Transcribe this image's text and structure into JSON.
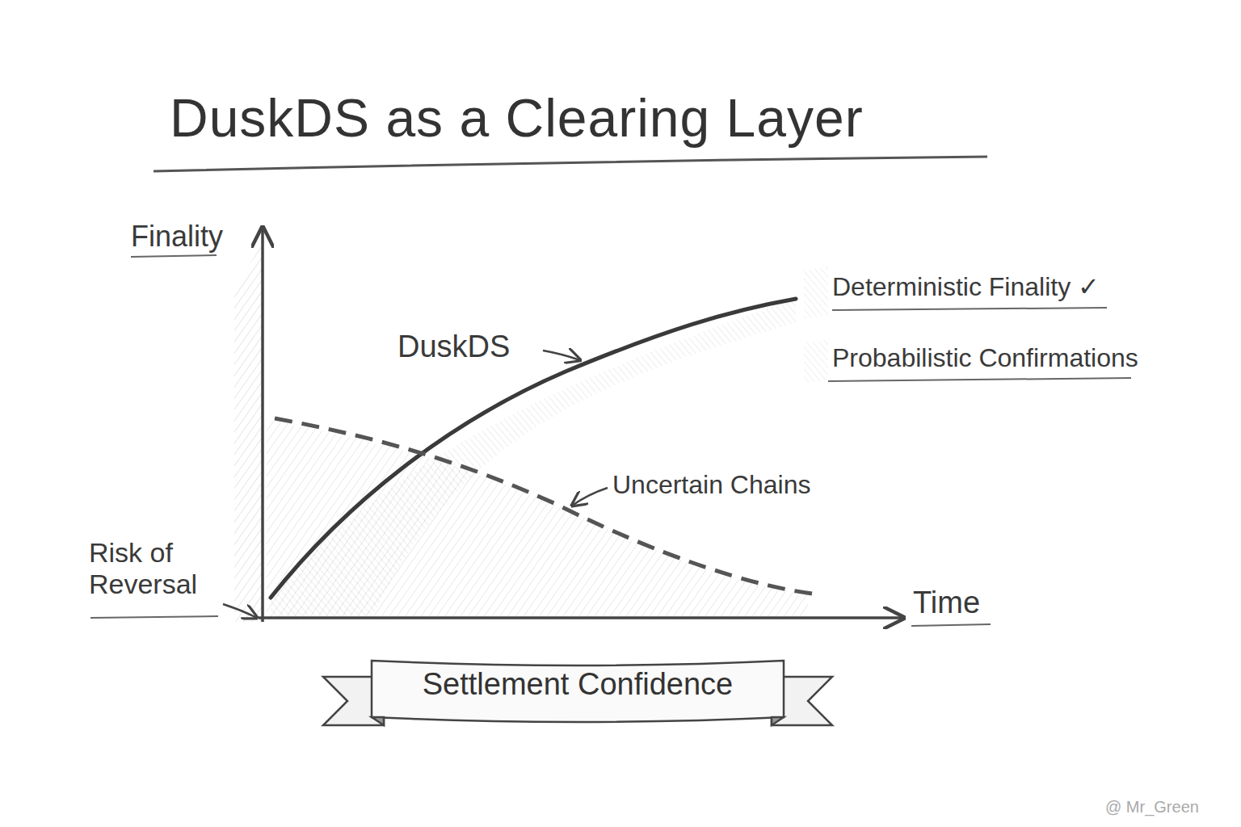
{
  "diagram": {
    "title": "DuskDS as a Clearing Layer",
    "nodes": [
      {
        "text": [
          "Settlement Confidence"
        ]
      }
    ],
    "edges": [],
    "labels": [
      "Finality",
      "DuskDS",
      "Deterministic Finality ✓",
      "Probabilistic Confirmations",
      "Uncertain Chains",
      "Risk of Reversal",
      "Time",
      "@ Mr_Green"
    ]
  }
}
